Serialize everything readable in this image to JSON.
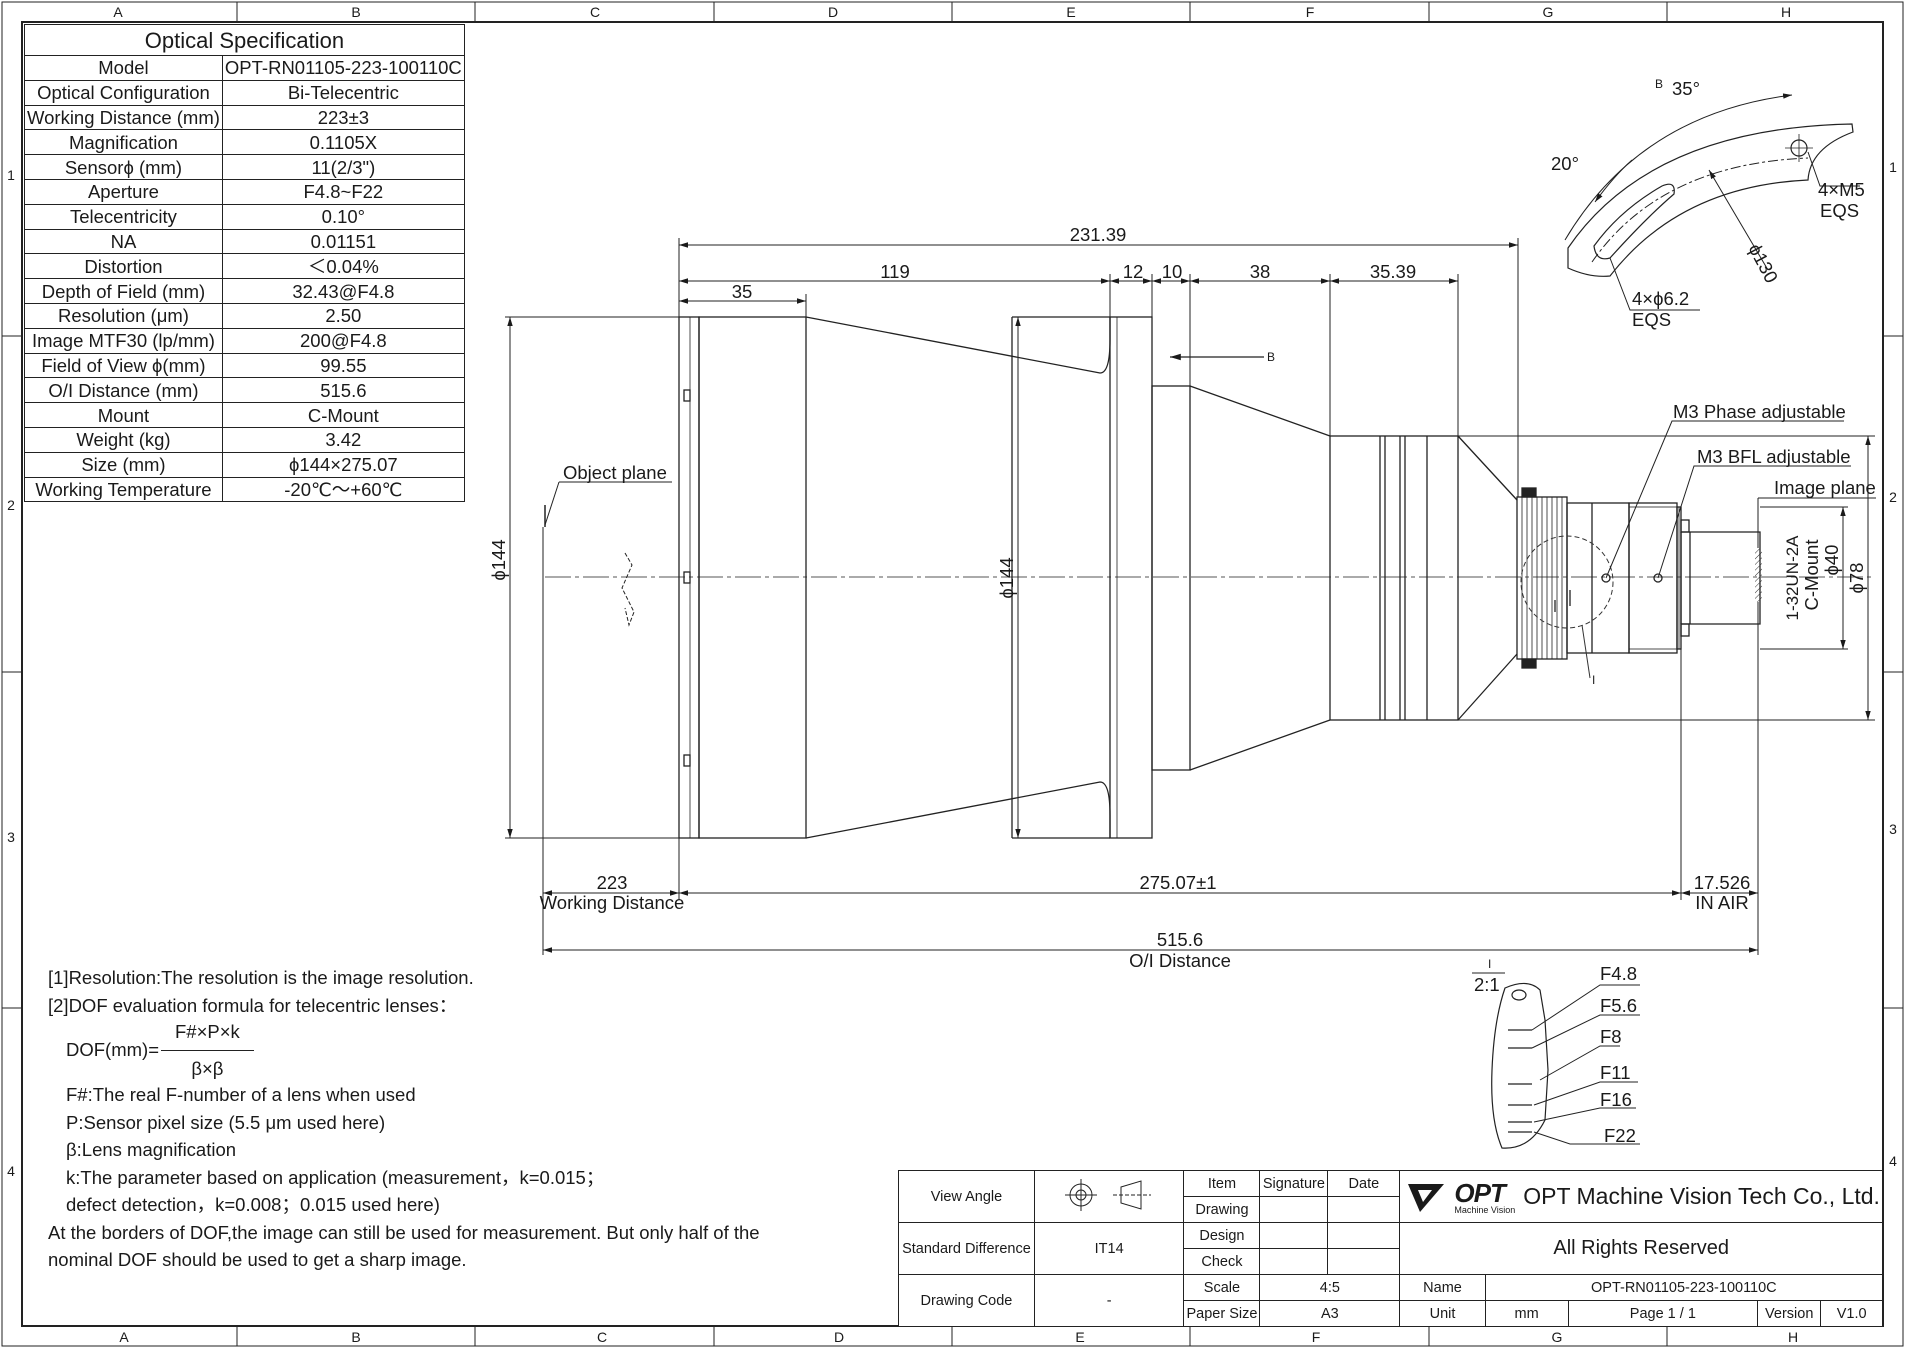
{
  "border": {
    "columns": [
      "A",
      "B",
      "C",
      "D",
      "E",
      "F",
      "G",
      "H"
    ],
    "rows": [
      "1",
      "2",
      "3",
      "4"
    ]
  },
  "spec": {
    "title": "Optical Specification",
    "rows": [
      {
        "k": "Model",
        "v": "OPT-RN01105-223-100110C"
      },
      {
        "k": "Optical Configuration",
        "v": "Bi-Telecentric"
      },
      {
        "k": "Working Distance (mm)",
        "v": "223±3"
      },
      {
        "k": "Magnification",
        "v": "0.1105X"
      },
      {
        "k": "Sensorϕ (mm)",
        "v": "11(2/3\")"
      },
      {
        "k": "Aperture",
        "v": "F4.8~F22"
      },
      {
        "k": "Telecentricity",
        "v": "0.10°"
      },
      {
        "k": "NA",
        "v": "0.01151"
      },
      {
        "k": "Distortion",
        "v": "＜0.04%"
      },
      {
        "k": "Depth of Field (mm)",
        "v": "32.43@F4.8"
      },
      {
        "k": "Resolution (μm)",
        "v": "2.50"
      },
      {
        "k": "Image MTF30 (lp/mm)",
        "v": "200@F4.8"
      },
      {
        "k": "Field of View ϕ(mm)",
        "v": "99.55"
      },
      {
        "k": "O/I Distance (mm)",
        "v": "515.6"
      },
      {
        "k": "Mount",
        "v": "C-Mount"
      },
      {
        "k": "Weight (kg)",
        "v": "3.42"
      },
      {
        "k": "Size (mm)",
        "v": "ϕ144×275.07"
      },
      {
        "k": "Working Temperature",
        "v": "-20℃～+60℃"
      }
    ]
  },
  "dims": {
    "overall": "231.39",
    "d119": "119",
    "d35": "35",
    "d12": "12",
    "d10": "10",
    "d38": "38",
    "d3539": "35.39",
    "phi144_left": "ϕ144",
    "phi144_mid": "ϕ144",
    "phi78": "ϕ78",
    "phi40": "ϕ40",
    "cmount": "C-Mount",
    "thread": "1-32UN-2A",
    "wd_value": "223",
    "wd_label": "Working Distance",
    "length": "275.07±1",
    "bfl": "17.526",
    "in_air": "IN AIR",
    "oi_value": "515.6",
    "oi_label": "O/I Distance",
    "object_plane": "Object plane",
    "image_plane": "Image plane",
    "m3_phase": "M3 Phase adjustable",
    "m3_bfl": "M3 BFL adjustable",
    "section_b": "B",
    "detail_i": "I"
  },
  "view_b": {
    "label": "B",
    "a35": "35°",
    "a20": "20°",
    "m5": "4×M5",
    "eqs1": "EQS",
    "phi130": "ϕ130",
    "phi62": "4×ϕ6.2",
    "eqs2": "EQS"
  },
  "detail": {
    "label": "I",
    "scale": "2:1",
    "stops": [
      "F4.8",
      "F5.6",
      "F8",
      "F11",
      "F16",
      "F22"
    ]
  },
  "notes": {
    "n1": "[1]Resolution:The resolution is  the image resolution.",
    "n2": "[2]DOF evaluation formula for telecentric lenses：",
    "f_lhs": "DOF(mm)=",
    "f_num": "F#×P×k",
    "f_den": "β×β",
    "d1": "F#:The real F-number of a lens when used",
    "d2": "P:Sensor pixel size (5.5 μm used here)",
    "d3": "β:Lens magnification",
    "d4": "k:The parameter based on application (measurement，k=0.015；",
    "d5": "defect detection，k=0.008；0.015 used here)",
    "n3": "At the borders of DOF,the image can still be used for measurement. But only half of the",
    "n4": "nominal DOF should be used to get a sharp image."
  },
  "title_block": {
    "view_angle": "View Angle",
    "std_diff": "Standard Difference",
    "std_val": "IT14",
    "drawing_code": "Drawing Code",
    "drawing_code_val": "-",
    "item": "Item",
    "signature": "Signature",
    "date": "Date",
    "drawing": "Drawing",
    "design": "Design",
    "check": "Check",
    "scale": "Scale",
    "scale_val": "4:5",
    "paper": "Paper Size",
    "paper_val": "A3",
    "logo": "OPT",
    "logo_sub": "Machine Vision",
    "company": "OPT Machine Vision Tech Co., Ltd.",
    "rights": "All Rights Reserved",
    "name": "Name",
    "name_val": "OPT-RN01105-223-100110C",
    "unit": "Unit",
    "unit_val": "mm",
    "page": "Page  1 / 1",
    "version": "Version",
    "version_val": "V1.0"
  }
}
